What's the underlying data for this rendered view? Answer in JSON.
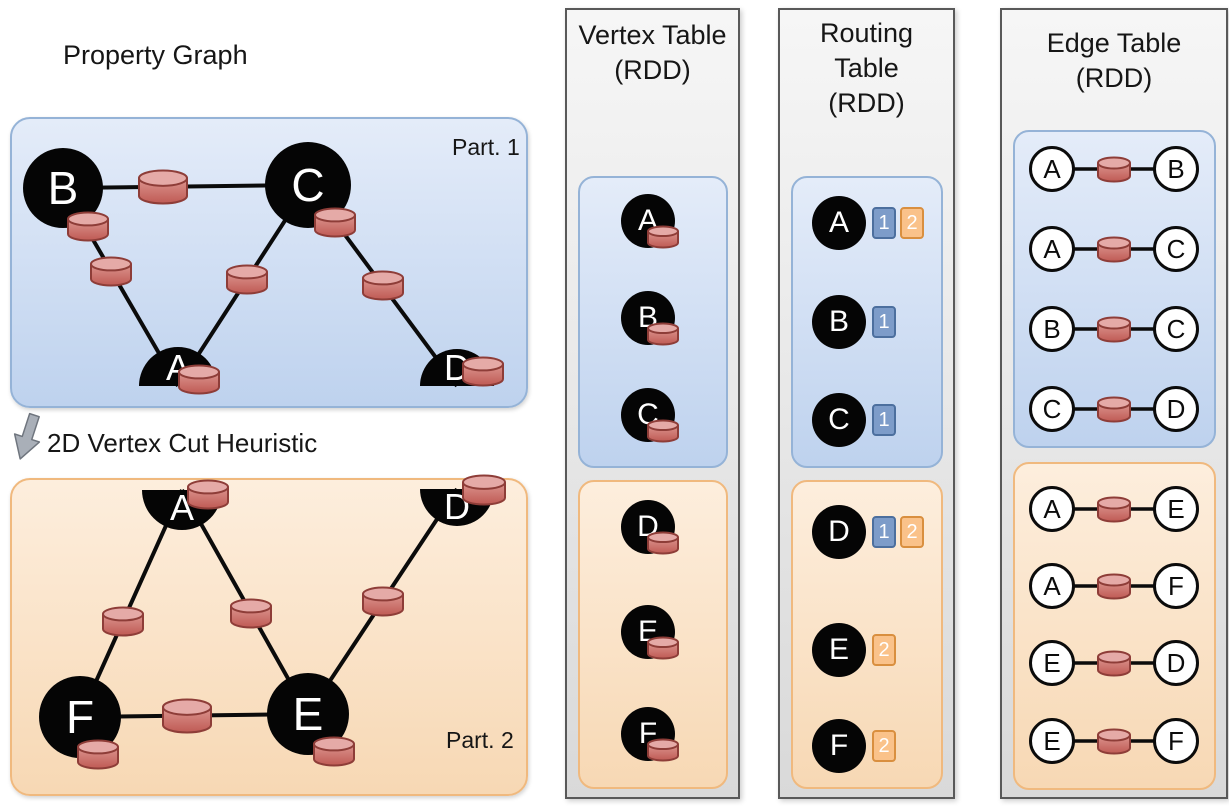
{
  "labels": {
    "property_graph_title": "Property Graph",
    "heuristic": "2D Vertex Cut Heuristic",
    "part1": "Part. 1",
    "part2": "Part. 2"
  },
  "property_graph": {
    "part1": {
      "full_vertices": [
        "B",
        "C"
      ],
      "cut_vertices": [
        "A",
        "D"
      ],
      "edges": [
        [
          "B",
          "C"
        ],
        [
          "B",
          "A"
        ],
        [
          "C",
          "A"
        ],
        [
          "C",
          "D"
        ]
      ]
    },
    "part2": {
      "full_vertices": [
        "F",
        "E"
      ],
      "cut_vertices": [
        "A",
        "D"
      ],
      "edges": [
        [
          "A",
          "F"
        ],
        [
          "A",
          "E"
        ],
        [
          "D",
          "E"
        ],
        [
          "F",
          "E"
        ]
      ]
    }
  },
  "vertex_table": {
    "title_line1": "Vertex Table",
    "title_line2": "(RDD)",
    "part1_vertices": [
      "A",
      "B",
      "C"
    ],
    "part2_vertices": [
      "D",
      "E",
      "F"
    ]
  },
  "routing_table": {
    "title_line1": "Routing",
    "title_line2": "Table",
    "title_line3": "(RDD)",
    "part1_rows": [
      {
        "vertex": "A",
        "partitions": [
          "1",
          "2"
        ]
      },
      {
        "vertex": "B",
        "partitions": [
          "1"
        ]
      },
      {
        "vertex": "C",
        "partitions": [
          "1"
        ]
      }
    ],
    "part2_rows": [
      {
        "vertex": "D",
        "partitions": [
          "1",
          "2"
        ]
      },
      {
        "vertex": "E",
        "partitions": [
          "2"
        ]
      },
      {
        "vertex": "F",
        "partitions": [
          "2"
        ]
      }
    ]
  },
  "edge_table": {
    "title_line1": "Edge Table",
    "title_line2": "(RDD)",
    "part1_edges": [
      [
        "A",
        "B"
      ],
      [
        "A",
        "C"
      ],
      [
        "B",
        "C"
      ],
      [
        "C",
        "D"
      ]
    ],
    "part2_edges": [
      [
        "A",
        "E"
      ],
      [
        "A",
        "F"
      ],
      [
        "E",
        "D"
      ],
      [
        "E",
        "F"
      ]
    ]
  },
  "icons": {
    "heuristic_arrow": "down-arrow-icon",
    "edge_property": "database-cylinder-icon",
    "vertex_property": "database-cylinder-icon"
  },
  "colors": {
    "partition1_fill_top": "#e4ecf9",
    "partition1_fill_bottom": "#bed2ee",
    "partition1_border": "#95b3d7",
    "partition2_fill_top": "#fdeedd",
    "partition2_fill_bottom": "#f7d8b4",
    "partition2_border": "#f0b97e",
    "panel_fill_top": "#f6f6f6",
    "panel_fill_bottom": "#d9d9d9",
    "panel_border": "#595959",
    "vertex_fill": "#050505",
    "vertex_text": "#ffffff",
    "edge_stroke": "#0b0b0b",
    "cylinder_body_light": "#dc958f",
    "cylinder_body_dark": "#bf5a54",
    "cylinder_top": "#e5aaa7",
    "cylinder_border": "#8e3d38",
    "badge_blue_fill": "#7d9cc9",
    "badge_blue_border": "#4c6f9e",
    "badge_orange_fill": "#fac28a",
    "badge_orange_border": "#d98f3f",
    "badge_text": "#ffffff"
  }
}
